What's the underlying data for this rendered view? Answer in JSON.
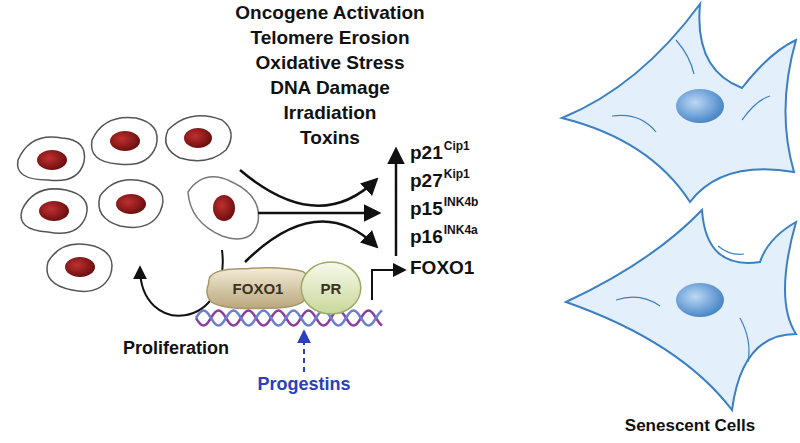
{
  "diagram": {
    "nodes": [
      {
        "text": [
          "FOXO1"
        ]
      },
      {
        "text": [
          "PR"
        ]
      }
    ],
    "labels": [
      "Oncogene Activation",
      "Telomere Erosion",
      "Oxidative Stress",
      "DNA Damage",
      "Irradiation",
      "Toxins",
      "p21",
      "Cip1",
      "p27",
      "Kip1",
      "p15",
      "INK4b",
      "p16",
      "INK4a",
      "FOXO1",
      "Progestins",
      "Proliferation",
      "Senescent Cells"
    ]
  }
}
